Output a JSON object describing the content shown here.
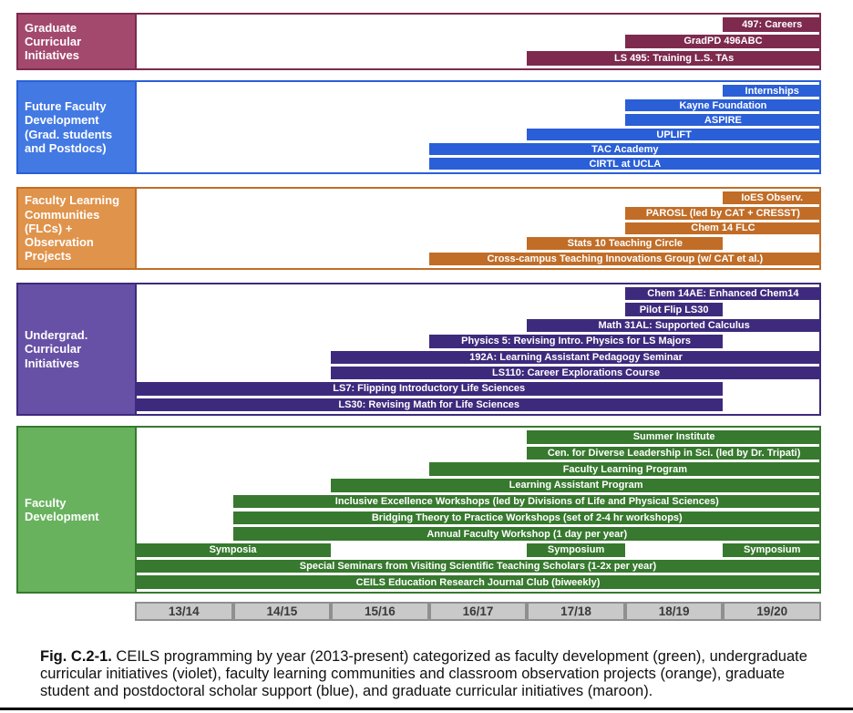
{
  "figure": {
    "caption": {
      "label": "Fig. C.2-1.",
      "text": " CEILS programming by year (2013-present) categorized as faculty development (green), undergraduate curricular initiatives (violet), faculty learning communities and classroom observation projects (orange), graduate student and postdoctoral scholar support (blue), and graduate curricular initiatives (maroon)."
    }
  },
  "chart_data": {
    "type": "bar",
    "subtype": "horizontal-gantt-timeline",
    "title": "CEILS programming by year (2013-present)",
    "x_categories": [
      "13/14",
      "14/15",
      "15/16",
      "16/17",
      "17/18",
      "18/19",
      "19/20"
    ],
    "axis_style": {
      "fill": "#c9c9c9",
      "border": "#8f8f8f",
      "text_color": "#3a3a3a"
    },
    "legend_position": "none",
    "grid": false,
    "groups": [
      {
        "label": "Graduate Curricular Initiatives",
        "bar_color": "#7d2a4e",
        "label_fill": "#a3496e",
        "programs": [
          {
            "name": "497: Careers",
            "start": "19/20",
            "end": "19/20"
          },
          {
            "name": "GradPD 496ABC",
            "start": "18/19",
            "end": "19/20"
          },
          {
            "name": "LS 495: Training L.S. TAs",
            "start": "17/18",
            "end": "19/20"
          }
        ]
      },
      {
        "label": "Future Faculty Development (Grad. students and Postdocs)",
        "bar_color": "#2a5fd7",
        "label_fill": "#4379e3",
        "programs": [
          {
            "name": "Internships",
            "start": "19/20",
            "end": "19/20"
          },
          {
            "name": "Kayne Foundation",
            "start": "18/19",
            "end": "19/20"
          },
          {
            "name": "ASPIRE",
            "start": "18/19",
            "end": "19/20"
          },
          {
            "name": "UPLIFT",
            "start": "17/18",
            "end": "19/20"
          },
          {
            "name": "TAC Academy",
            "start": "16/17",
            "end": "19/20"
          },
          {
            "name": "CIRTL at UCLA",
            "start": "16/17",
            "end": "19/20"
          }
        ]
      },
      {
        "label": "Faculty Learning Communities (FLCs) + Observation Projects",
        "bar_color": "#c16d27",
        "label_fill": "#e0934b",
        "programs": [
          {
            "name": "IoES Observ.",
            "start": "19/20",
            "end": "19/20"
          },
          {
            "name": "PAROSL (led by CAT + CRESST)",
            "start": "18/19",
            "end": "19/20"
          },
          {
            "name": "Chem 14 FLC",
            "start": "18/19",
            "end": "19/20"
          },
          {
            "name": "Stats 10 Teaching Circle",
            "start": "17/18",
            "end": "18/19"
          },
          {
            "name": "Cross-campus Teaching Innovations Group (w/ CAT et al.)",
            "start": "16/17",
            "end": "19/20"
          }
        ]
      },
      {
        "label": "Undergrad. Curricular Initiatives",
        "bar_color": "#3e2a7d",
        "label_fill": "#6751a6",
        "programs": [
          {
            "name": "Chem 14AE: Enhanced Chem14",
            "start": "18/19",
            "end": "19/20"
          },
          {
            "name": "Pilot Flip LS30",
            "start": "18/19",
            "end": "18/19"
          },
          {
            "name": "Math 31AL: Supported Calculus",
            "start": "17/18",
            "end": "19/20"
          },
          {
            "name": "Physics 5: Revising Intro. Physics for LS Majors",
            "start": "16/17",
            "end": "18/19"
          },
          {
            "name": "192A: Learning Assistant Pedagogy Seminar",
            "start": "15/16",
            "end": "19/20"
          },
          {
            "name": "LS110: Career Explorations Course",
            "start": "15/16",
            "end": "19/20"
          },
          {
            "name": "LS7: Flipping Introductory Life Sciences",
            "start": "13/14",
            "end": "18/19"
          },
          {
            "name": "LS30: Revising Math for Life Sciences",
            "start": "13/14",
            "end": "18/19"
          }
        ]
      },
      {
        "label": "Faculty Development",
        "bar_color": "#37792e",
        "label_fill": "#68b25e",
        "programs": [
          {
            "name": "Summer Institute",
            "start": "17/18",
            "end": "19/20"
          },
          {
            "name": "Cen. for Diverse Leadership in Sci. (led by Dr. Tripati)",
            "start": "17/18",
            "end": "19/20"
          },
          {
            "name": "Faculty Learning Program",
            "start": "16/17",
            "end": "19/20"
          },
          {
            "name": "Learning Assistant Program",
            "start": "15/16",
            "end": "19/20"
          },
          {
            "name": "Inclusive Excellence Workshops (led by Divisions of Life and Physical Sciences)",
            "start": "14/15",
            "end": "19/20"
          },
          {
            "name": "Bridging Theory to Practice Workshops (set of 2-4 hr workshops)",
            "start": "14/15",
            "end": "19/20"
          },
          {
            "name": "Annual Faculty Workshop (1 day per year)",
            "start": "14/15",
            "end": "19/20"
          },
          {
            "segments": [
              {
                "name": "Symposia",
                "start": "13/14",
                "end": "14/15"
              },
              {
                "name": "Symposium",
                "start": "17/18",
                "end": "17/18"
              },
              {
                "name": "Symposium",
                "start": "19/20",
                "end": "19/20"
              }
            ]
          },
          {
            "name": "Special Seminars from Visiting Scientific Teaching Scholars (1-2x per year)",
            "start": "13/14",
            "end": "19/20"
          },
          {
            "name": "CEILS Education Research Journal Club (biweekly)",
            "start": "13/14",
            "end": "19/20"
          }
        ]
      }
    ]
  }
}
